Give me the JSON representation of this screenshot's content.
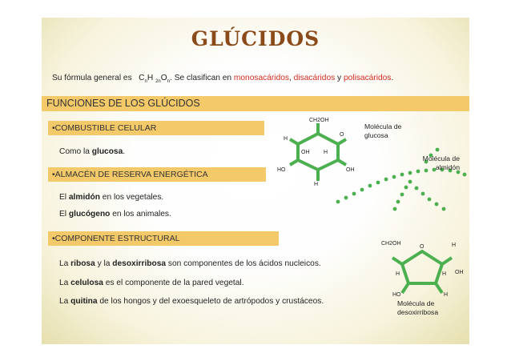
{
  "title": "GLÚCIDOS",
  "intro": {
    "prefix": "Su fórmula general es",
    "formula": {
      "c": "C",
      "n1": "n",
      "h": "H",
      "n2": "2n",
      "o": "O",
      "n3": "n",
      "dot": "."
    },
    "middle": " Se clasifican en ",
    "mono": "monosacáridos",
    "comma": ", ",
    "di": "disacáridos",
    "y": " y ",
    "poli": "polisacáridos",
    "end": "."
  },
  "section_title": "FUNCIONES DE LOS GLÚCIDOS",
  "functions": [
    {
      "heading": "•COMBUSTIBLE CELULAR"
    },
    {
      "heading": "•ALMACÉN DE RESERVA ENERGÉTICA"
    },
    {
      "heading": "•COMPONENTE ESTRUCTURAL"
    }
  ],
  "texts": {
    "f1_a": "Como la ",
    "f1_b": "glucosa",
    "f1_c": ".",
    "f2a_a": "El ",
    "f2a_b": "almidón",
    "f2a_c": " en los vegetales.",
    "f2b_a": "El ",
    "f2b_b": "glucógeno",
    "f2b_c": " en los animales.",
    "f3a_a": "La ",
    "f3a_b": "ribosa",
    "f3a_c": " y la ",
    "f3a_d": "desoxirribosa",
    "f3a_e": " son componentes de los ácidos nucleicos.",
    "f3b_a": "La ",
    "f3b_b": "celulosa",
    "f3b_c": " es el componente de la pared vegetal.",
    "f3c_a": "La ",
    "f3c_b": "quitina",
    "f3c_c": " de los hongos y del exoesqueleto de artrópodos y crustáceos."
  },
  "labels": {
    "glucosa_1": "Molécula de",
    "glucosa_2": "glucosa",
    "almidon_1": "Molécula de",
    "almidon_2": "almidón",
    "desoxi_1": "Molécula de",
    "desoxi_2": "desoxirribosa"
  },
  "glucose_atoms": {
    "ch2oh": "CH2OH",
    "h": "H",
    "oh": "OH",
    "ho": "HO",
    "o": "O"
  },
  "deoxy_atoms": {
    "ch2oh": "CH2OH",
    "h": "H",
    "oh": "OH",
    "ho": "HO",
    "o": "O"
  },
  "colors": {
    "title": "#8a4a1a",
    "band": "#f3c96a",
    "highlight": "#d42b1f",
    "molecule": "#4caf50"
  }
}
